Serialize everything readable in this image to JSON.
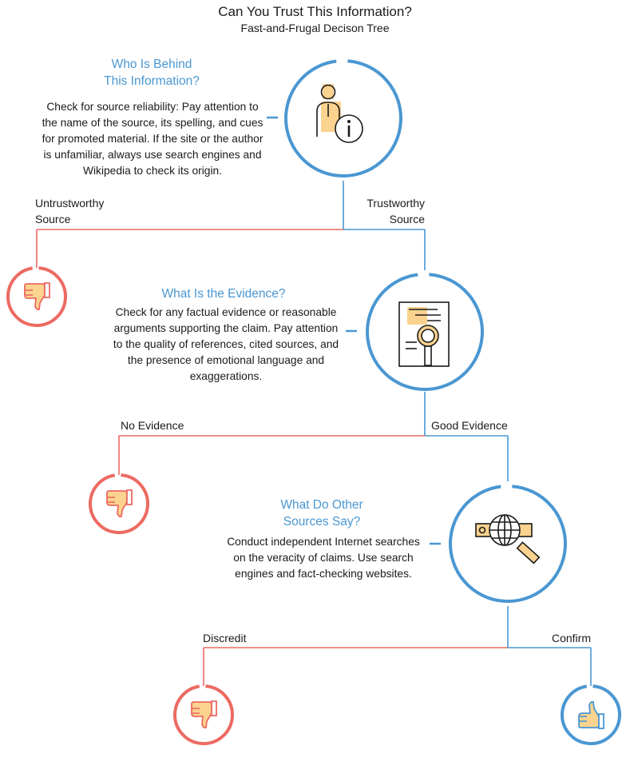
{
  "header": {
    "title": "Can You Trust This Information?",
    "subtitle": "Fast-and-Frugal Decison Tree"
  },
  "colors": {
    "positive": "#4a97d2",
    "negative": "#ec6a62",
    "accent_fill": "#fbd38f",
    "ink": "#1a1a1a"
  },
  "steps": [
    {
      "question_lines": [
        "Who Is Behind",
        "This Information?"
      ],
      "description": "Check for source reliability: Pay attention to the name of the source, its spelling, and cues for promoted material. If the site or the author is unfamiliar, always use search engines and Wikipedia to check its origin.",
      "icon": "person-info-icon",
      "negative_label": "Untrustworthy Source",
      "positive_label": "Trustworthy Source"
    },
    {
      "question_lines": [
        "What Is the Evidence?"
      ],
      "description": "Check for any factual evidence or reasonable arguments supporting the claim. Pay attention to the quality of references, cited sources, and the presence of emotional language and exaggerations.",
      "icon": "document-magnifier-icon",
      "negative_label": "No Evidence",
      "positive_label": "Good Evidence"
    },
    {
      "question_lines": [
        "What Do Other",
        "Sources Say?"
      ],
      "description": "Conduct independent Internet searches on the veracity of claims. Use search engines and fact-checking websites.",
      "icon": "globe-search-icon",
      "negative_label": "Discredit",
      "positive_label": "Confirm"
    }
  ],
  "outcomes": [
    {
      "icon": "thumbs-down-icon",
      "meaning": "negative"
    },
    {
      "icon": "thumbs-down-icon",
      "meaning": "negative"
    },
    {
      "icon": "thumbs-down-icon",
      "meaning": "negative"
    },
    {
      "icon": "thumbs-up-icon",
      "meaning": "positive"
    }
  ]
}
